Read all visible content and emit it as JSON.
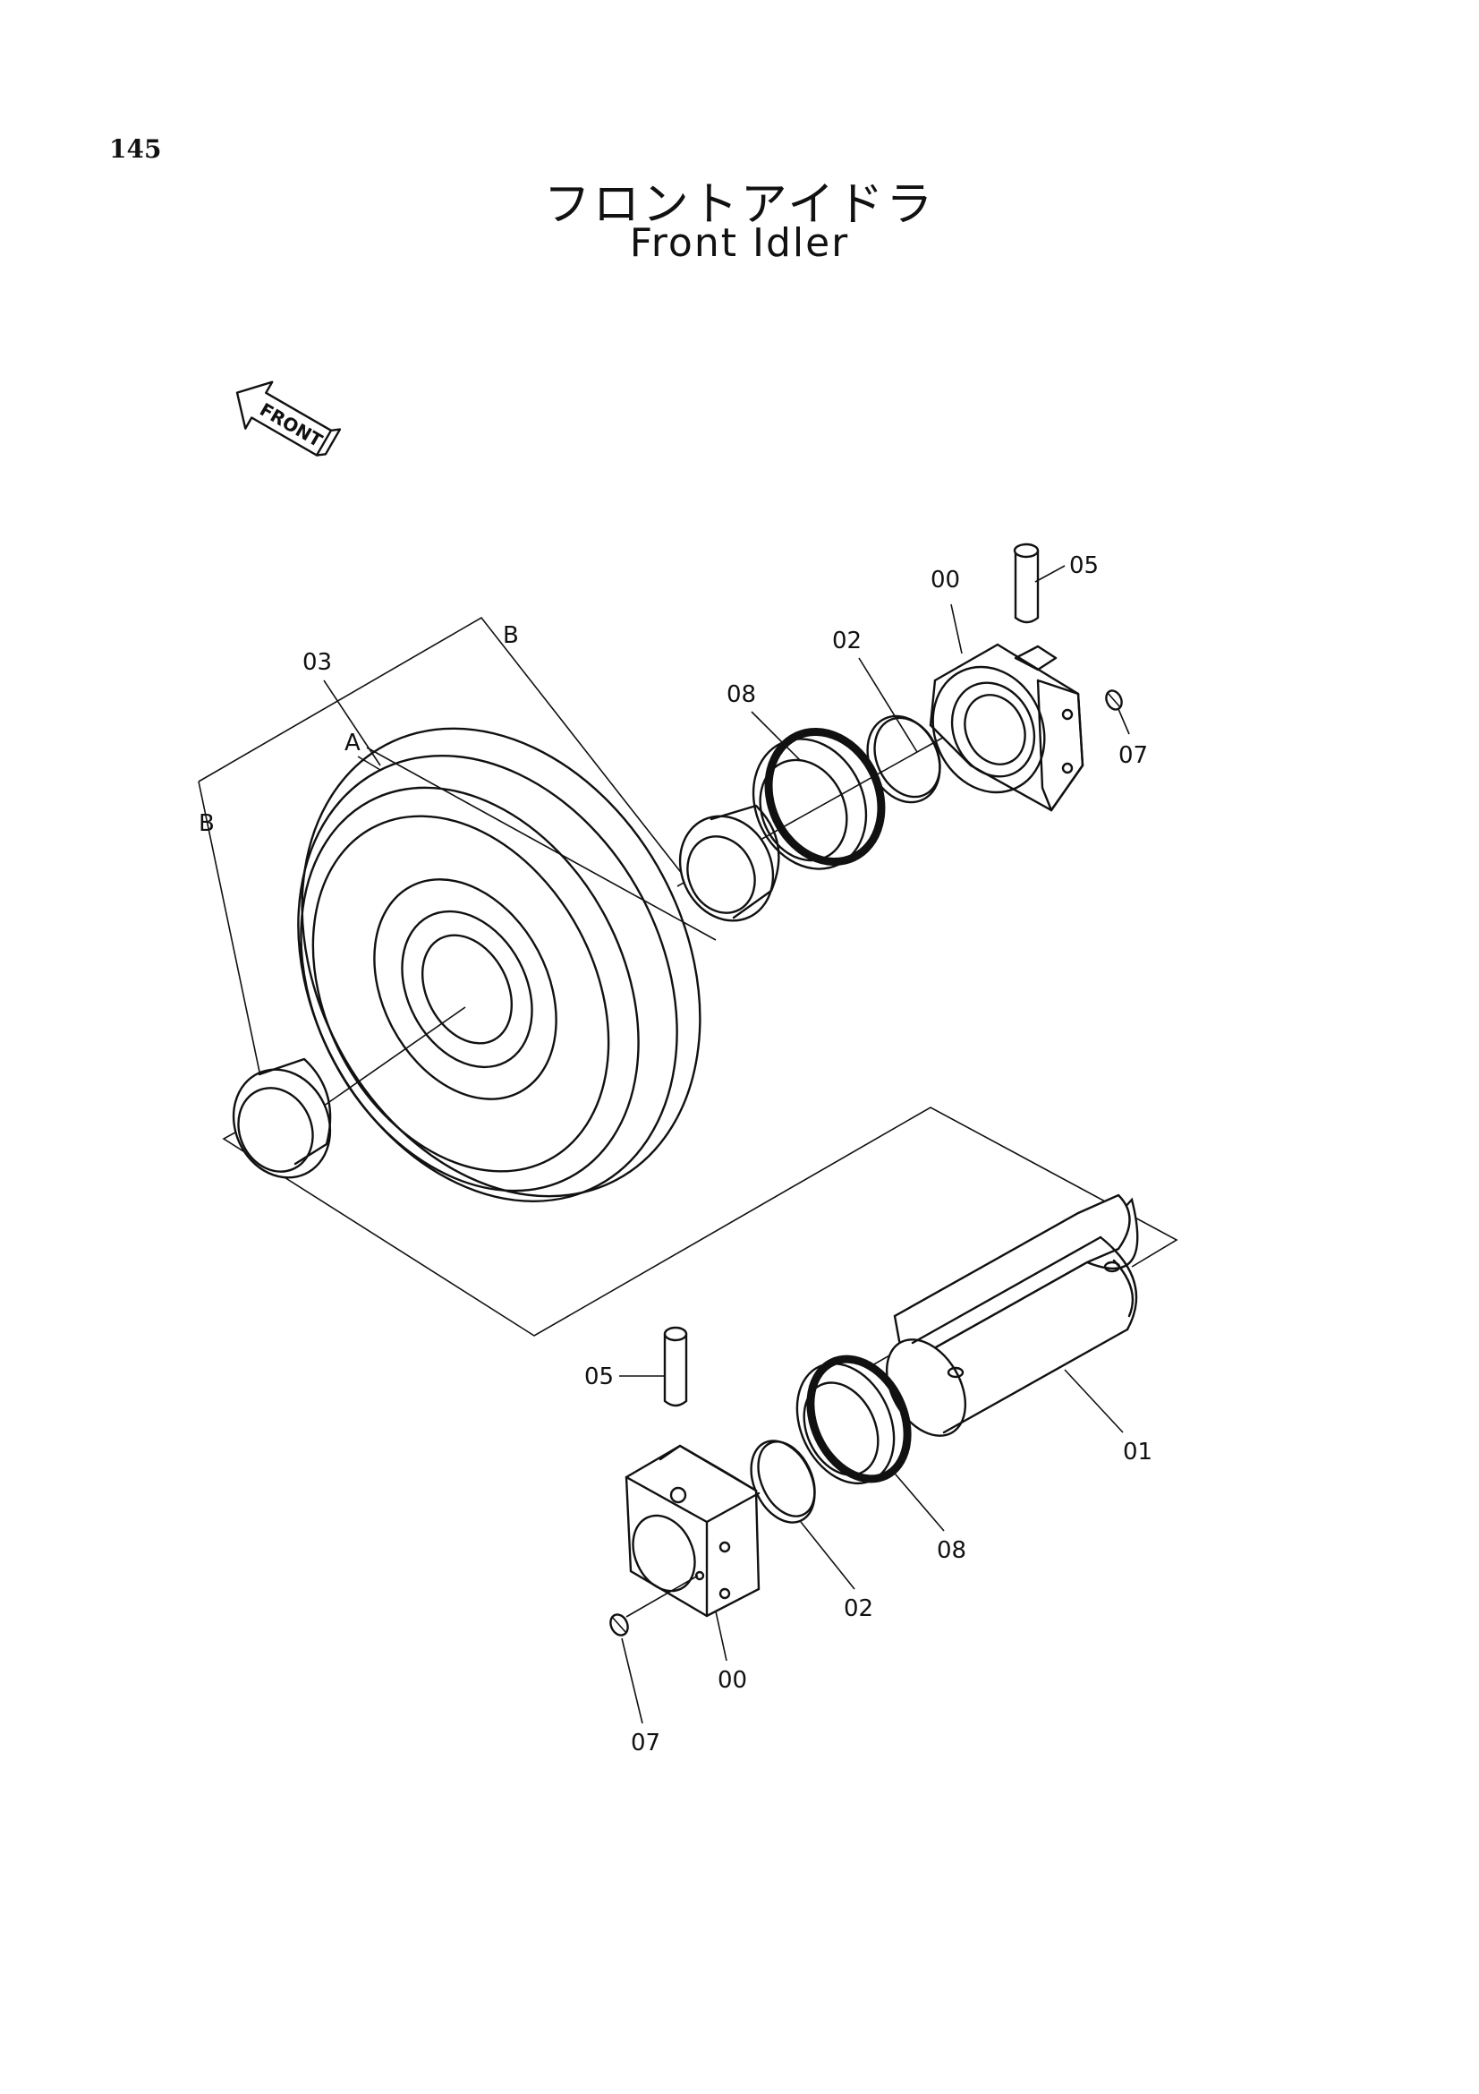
{
  "page": {
    "number": "145"
  },
  "title": {
    "japanese": "フロントアイドラ",
    "english": "Front Idler"
  },
  "direction_indicator": {
    "label": "FRONT",
    "icon": "front-arrow-icon"
  },
  "part_labels": {
    "idler_wheel": "03",
    "pointer_a": "A",
    "bracket_b_top": "B",
    "bracket_b_left": "B",
    "bushing_seal_upper": "08",
    "o_ring_upper": "02",
    "support_upper": "00",
    "pin_upper": "05",
    "plug_upper": "07",
    "shaft": "01",
    "pin_lower": "05",
    "o_ring_lower": "02",
    "bushing_seal_lower": "08",
    "support_lower": "00",
    "plug_lower": "07"
  }
}
